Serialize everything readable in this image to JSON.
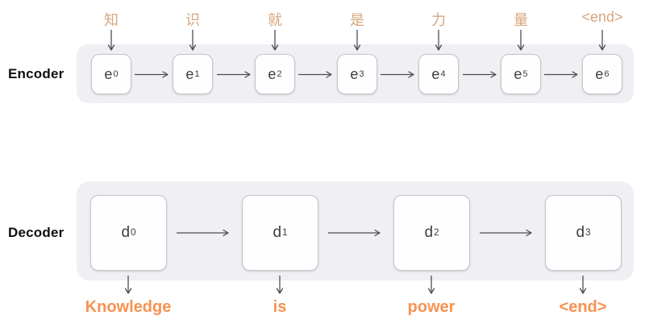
{
  "diagram": {
    "title_semantic": "seq2seq encoder-decoder translation diagram",
    "encoder": {
      "label": "Encoder",
      "input_tokens": [
        "知",
        "识",
        "就",
        "是",
        "力",
        "量",
        "<end>"
      ],
      "units": [
        {
          "base": "e",
          "sub": "0"
        },
        {
          "base": "e",
          "sub": "1"
        },
        {
          "base": "e",
          "sub": "2"
        },
        {
          "base": "e",
          "sub": "3"
        },
        {
          "base": "e",
          "sub": "4"
        },
        {
          "base": "e",
          "sub": "5"
        },
        {
          "base": "e",
          "sub": "6"
        }
      ]
    },
    "decoder": {
      "label": "Decoder",
      "units": [
        {
          "base": "d",
          "sub": "0"
        },
        {
          "base": "d",
          "sub": "1"
        },
        {
          "base": "d",
          "sub": "2"
        },
        {
          "base": "d",
          "sub": "3"
        }
      ],
      "output_tokens": [
        "Knowledge",
        "is",
        "power",
        "<end>"
      ]
    },
    "colors": {
      "background": "#ffffff",
      "strip_background": "#efeff4",
      "cell_background": "#fefefe",
      "cell_border": "#c5c5cb",
      "cell_text": "#3e3e42",
      "arrow": "#4d4d52",
      "encoder_input_text": "#d6a67e",
      "decoder_output_text": "#f79251",
      "row_label_text": "#0f0f10"
    }
  }
}
